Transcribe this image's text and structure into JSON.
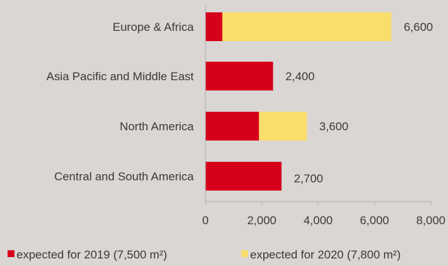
{
  "chart_data": {
    "type": "bar",
    "orientation": "horizontal",
    "stacked": true,
    "categories": [
      "Europe & Africa",
      "Asia Pacific and Middle East",
      "North America",
      "Central and South America"
    ],
    "series": [
      {
        "name": "expected for 2019 (7,500 m²)",
        "color": "#d7001b",
        "values": [
          600,
          2400,
          1900,
          2700
        ]
      },
      {
        "name": "expected for 2020 (7,800 m²)",
        "color": "#fadd6b",
        "values": [
          6000,
          0,
          1700,
          0
        ]
      }
    ],
    "totals": [
      6600,
      2400,
      3600,
      2700
    ],
    "total_labels": [
      "6,600",
      "2,400",
      "3,600",
      "2,700"
    ],
    "xlim": [
      0,
      8000
    ],
    "x_ticks": [
      0,
      2000,
      4000,
      6000,
      8000
    ],
    "x_tick_labels": [
      "0",
      "2,000",
      "4,000",
      "6,000",
      "8,000"
    ],
    "grid": false,
    "legend_position": "bottom",
    "axis_color": "#b0b0b0"
  }
}
